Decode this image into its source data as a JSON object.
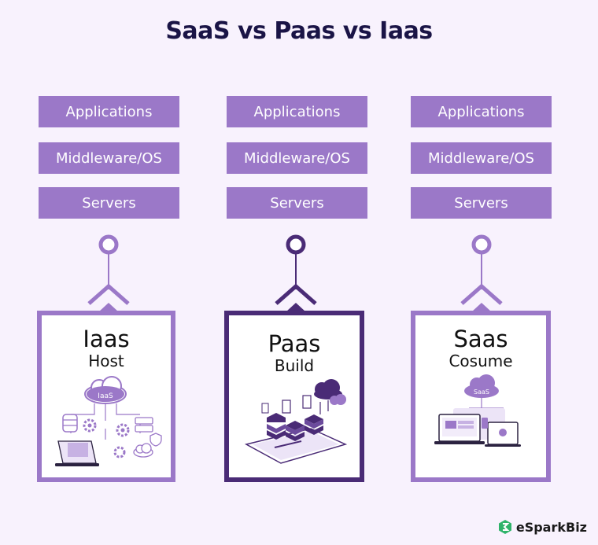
{
  "title": "SaaS vs Paas vs Iaas",
  "columns": [
    {
      "layers": [
        "Applications",
        "Middleware/OS",
        "Servers"
      ],
      "name": "Iaas",
      "role": "Host",
      "cloud_label": "IaaS"
    },
    {
      "layers": [
        "Applications",
        "Middleware/OS",
        "Servers"
      ],
      "name": "Paas",
      "role": "Build"
    },
    {
      "layers": [
        "Applications",
        "Middleware/OS",
        "Servers"
      ],
      "name": "Saas",
      "role": "Cosume",
      "cloud_label": "SaaS"
    }
  ],
  "brand": {
    "name": "eSparkBiz"
  },
  "colors": {
    "background": "#f8f2fd",
    "layer": "#9b78c8",
    "accent_dark": "#4a2b76",
    "title": "#1a1446",
    "brand_green": "#2fb36a"
  }
}
